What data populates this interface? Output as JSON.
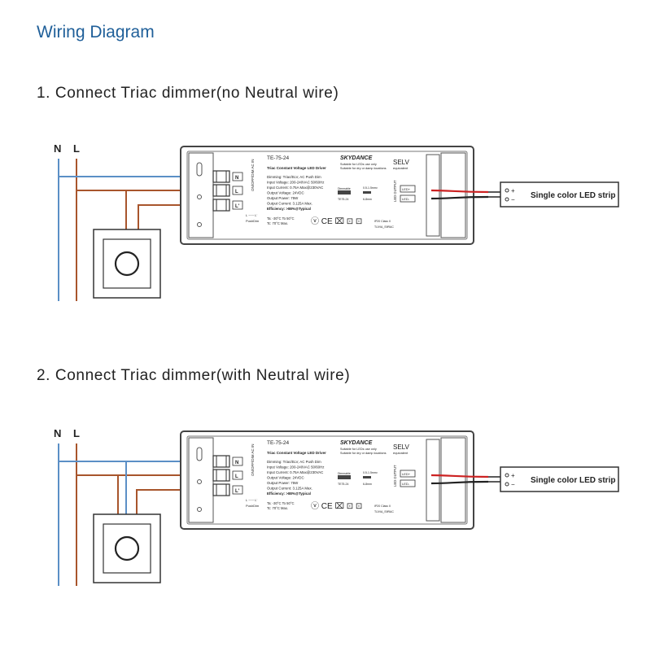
{
  "page": {
    "title": "Wiring Diagram"
  },
  "sections": [
    {
      "title": "1. Connect Triac dimmer(no Neutral wire)",
      "with_neutral": false
    },
    {
      "title": "2. Connect Triac dimmer(with Neutral wire)",
      "with_neutral": true
    }
  ],
  "line_labels": {
    "neutral": "N",
    "live": "L"
  },
  "driver": {
    "model": "TE-75-24",
    "brand": "SKYDANCE",
    "subtitle": "Triac Constant Voltage LED Driver",
    "brand_note_1": "Suitable for LEDs use only",
    "brand_note_2": "Suitable for dry or damp locations",
    "selv": "SELV",
    "selv_sub": "equivalent",
    "specs": [
      "Dimming: Triac/ELV, AC Push Dim",
      "Input Voltage: 200-240VAC 50/60Hz",
      "Input Current: 0.75A Max@230VAC",
      "Output Voltage: 24VDC",
      "Output Power: 75W",
      "Output Current: 3.125A Max.",
      "Efficiency: >88%@Typical"
    ],
    "temps": [
      "Ta: -30°C To 50°C",
      "Tc: 70°C Max."
    ],
    "terminals": [
      "N",
      "L",
      "L'"
    ],
    "input_side_label": "ON/OFF/DIM AC IN",
    "pushdim_label": "PushDim",
    "pushdim_sub": "L ~~~ L'",
    "certs": "ⓥ CE ⌧ ⊡ ⊡",
    "output_side_label": "LED OUTPUT",
    "output_terminals": [
      "LED+",
      "LED-"
    ],
    "badge_label": "Dimmable",
    "badge_sub": "TE75-24",
    "wire_note": "0.5-1.5mm²",
    "wire_length": "6-8mm",
    "ip_rating": "IP20 Class II",
    "approval_code": "TUVIA_S9RAC"
  },
  "led_strip": {
    "label": "Single color LED strip",
    "plus": "+",
    "minus": "−"
  },
  "colors": {
    "title_blue": "#1f5f99",
    "neutral_wire": "#5b8fc6",
    "live_wire": "#a8552c",
    "driver_border": "#444444",
    "red_wire": "#cc2222"
  }
}
